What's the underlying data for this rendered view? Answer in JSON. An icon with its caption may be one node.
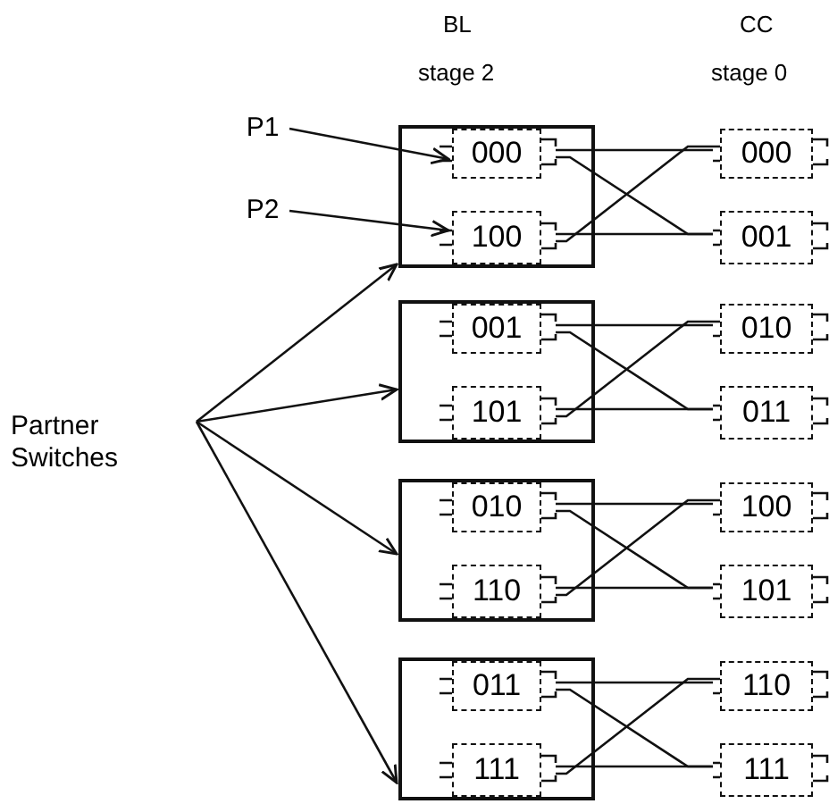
{
  "diagram": {
    "nodes": [
      {
        "text": [
          "P1"
        ]
      },
      {
        "text": [
          "P2"
        ]
      },
      {
        "text": [
          "Partner Switches"
        ]
      },
      {
        "text": [],
        "shape": "box"
      },
      {
        "text": [
          "000"
        ],
        "in": 3
      },
      {
        "text": [
          "100"
        ],
        "in": 3
      },
      {
        "text": [],
        "shape": "box"
      },
      {
        "text": [
          "001"
        ],
        "in": 6
      },
      {
        "text": [
          "101"
        ],
        "in": 6
      },
      {
        "text": [],
        "shape": "box"
      },
      {
        "text": [
          "010"
        ],
        "in": 9
      },
      {
        "text": [
          "110"
        ],
        "in": 9
      },
      {
        "text": [],
        "shape": "box"
      },
      {
        "text": [
          "011"
        ],
        "in": 12
      },
      {
        "text": [
          "111"
        ],
        "in": 12
      },
      {
        "text": [
          "000"
        ]
      },
      {
        "text": [
          "001"
        ]
      },
      {
        "text": [
          "010"
        ]
      },
      {
        "text": [
          "011"
        ]
      },
      {
        "text": [
          "100"
        ]
      },
      {
        "text": [
          "101"
        ]
      },
      {
        "text": [
          "110"
        ]
      },
      {
        "text": [
          "111"
        ]
      }
    ],
    "edges": [
      {
        "from": 0,
        "to": 4,
        "arrow": "to"
      },
      {
        "from": 1,
        "to": 5,
        "arrow": "to"
      },
      {
        "from": 2,
        "to": 3,
        "arrow": "to"
      },
      {
        "from": 2,
        "to": 6,
        "arrow": "to"
      },
      {
        "from": 2,
        "to": 9,
        "arrow": "to"
      },
      {
        "from": 2,
        "to": 12,
        "arrow": "to"
      },
      {
        "from": 4,
        "to": 15,
        "arrow": "none"
      },
      {
        "from": 4,
        "to": 16,
        "arrow": "none"
      },
      {
        "from": 5,
        "to": 15,
        "arrow": "none"
      },
      {
        "from": 5,
        "to": 16,
        "arrow": "none"
      },
      {
        "from": 7,
        "to": 17,
        "arrow": "none"
      },
      {
        "from": 7,
        "to": 18,
        "arrow": "none"
      },
      {
        "from": 8,
        "to": 17,
        "arrow": "none"
      },
      {
        "from": 8,
        "to": 18,
        "arrow": "none"
      },
      {
        "from": 10,
        "to": 19,
        "arrow": "none"
      },
      {
        "from": 10,
        "to": 20,
        "arrow": "none"
      },
      {
        "from": 11,
        "to": 19,
        "arrow": "none"
      },
      {
        "from": 11,
        "to": 20,
        "arrow": "none"
      },
      {
        "from": 13,
        "to": 21,
        "arrow": "none"
      },
      {
        "from": 13,
        "to": 22,
        "arrow": "none"
      },
      {
        "from": 14,
        "to": 21,
        "arrow": "none"
      },
      {
        "from": 14,
        "to": 22,
        "arrow": "none"
      }
    ],
    "labels": [
      "BL",
      "CC",
      "stage 2",
      "stage 0"
    ]
  }
}
